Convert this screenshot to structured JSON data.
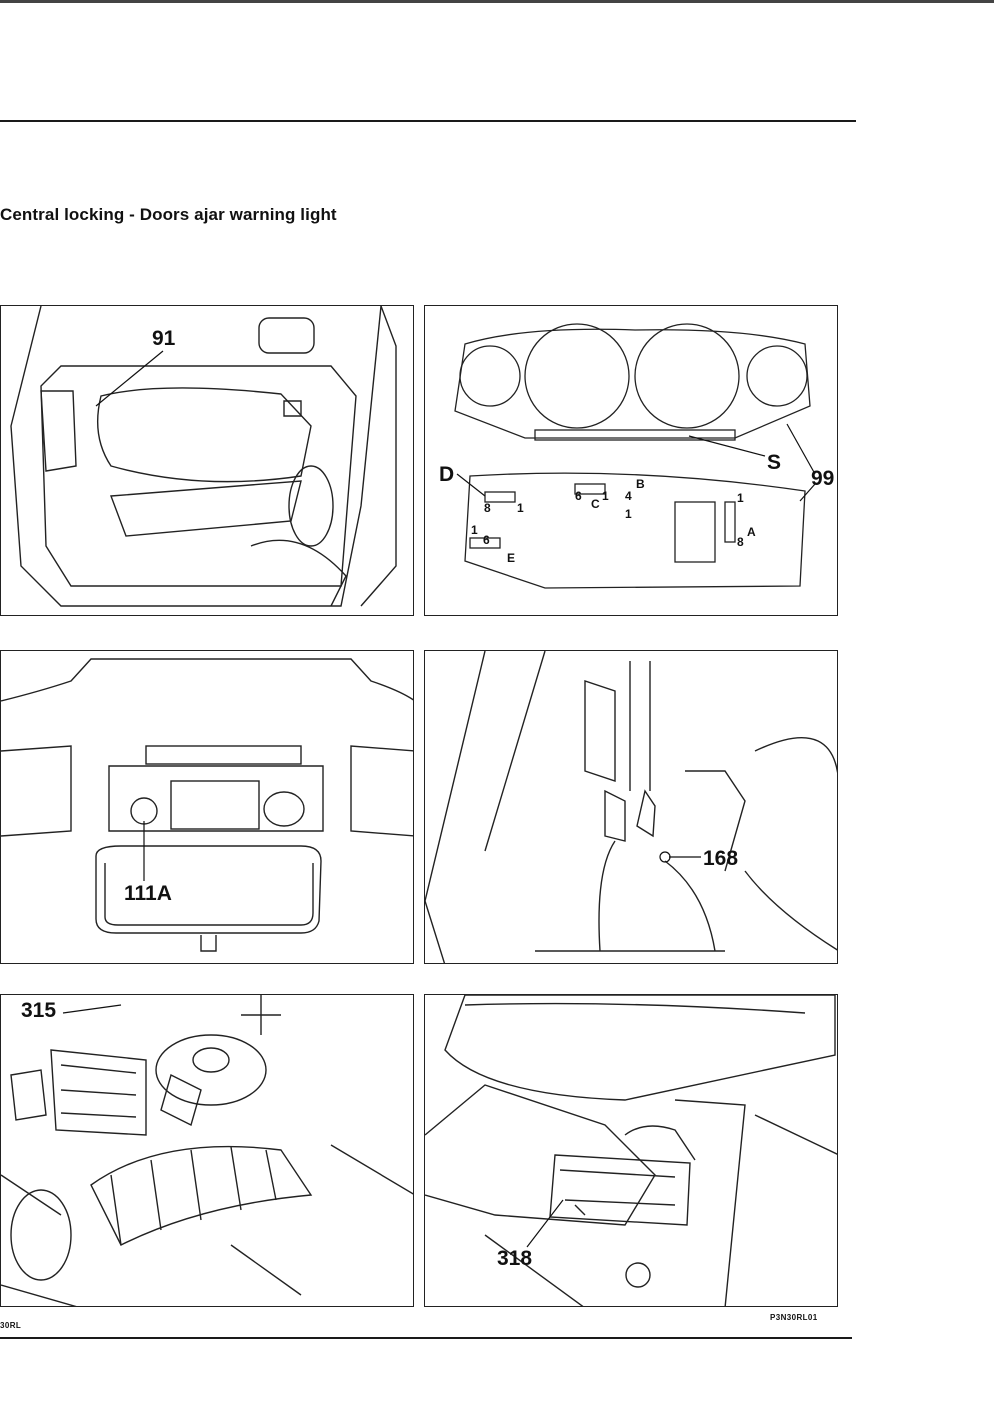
{
  "page": {
    "title": "Central locking - Doors ajar warning light",
    "footer_left_code": "30RL",
    "figure_code": "P3N30RL01"
  },
  "panels": {
    "door": {
      "callouts": [
        "91"
      ]
    },
    "instrument": {
      "callouts": [
        "S",
        "99",
        "D"
      ],
      "connector_labels": [
        "8",
        "1",
        "6",
        "C",
        "1",
        "4",
        "B",
        "1",
        "1",
        "A",
        "8",
        "1",
        "6",
        "E"
      ]
    },
    "roof_light": {
      "callouts": [
        "111A"
      ]
    },
    "boot": {
      "callouts": [
        "168"
      ]
    },
    "engine_bay": {
      "callouts": [
        "315"
      ]
    },
    "seat": {
      "callouts": [
        "318"
      ]
    }
  }
}
